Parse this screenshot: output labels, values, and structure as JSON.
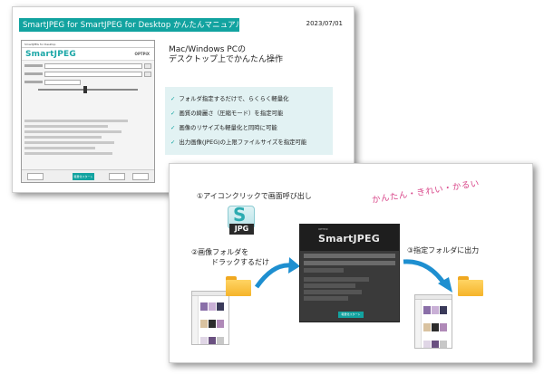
{
  "slide1": {
    "title": "SmartJPEG for SmartJPEG for Desktop  かんたんマニュアル",
    "date": "2023/07/01",
    "heading_line1": "Mac/Windows PCの",
    "heading_line2": "デスクトップ上でかんたん操作",
    "features": [
      "フォルダ指定するだけで、らくらく軽量化",
      "画質の綺麗さ（圧縮モード）を指定可能",
      "画像のリサイズも軽量化と同時に可能",
      "出力画像(JPEG)の上限ファイルサイズを指定可能"
    ],
    "app": {
      "window_title": "SmartJPEG for Desktop",
      "logo": "SmartJPEG",
      "vendor": "OPTPiX",
      "start_button": "軽量化スタート"
    },
    "accent_color": "#12a3a0"
  },
  "slide2": {
    "callout1": "①アイコンクリックで画面呼び出し",
    "catchphrase": "かんたん・きれい・かるい",
    "callout2_line1": "②画像フォルダを",
    "callout2_line2": "ドラックするだけ",
    "callout3": "③指定フォルダに出力",
    "icon_letter": "S",
    "icon_label": "JPG",
    "app": {
      "vendor": "OPTPiX",
      "logo": "SmartJPEG",
      "start_button": "軽量化スタート"
    },
    "catch_color": "#d9478a"
  }
}
